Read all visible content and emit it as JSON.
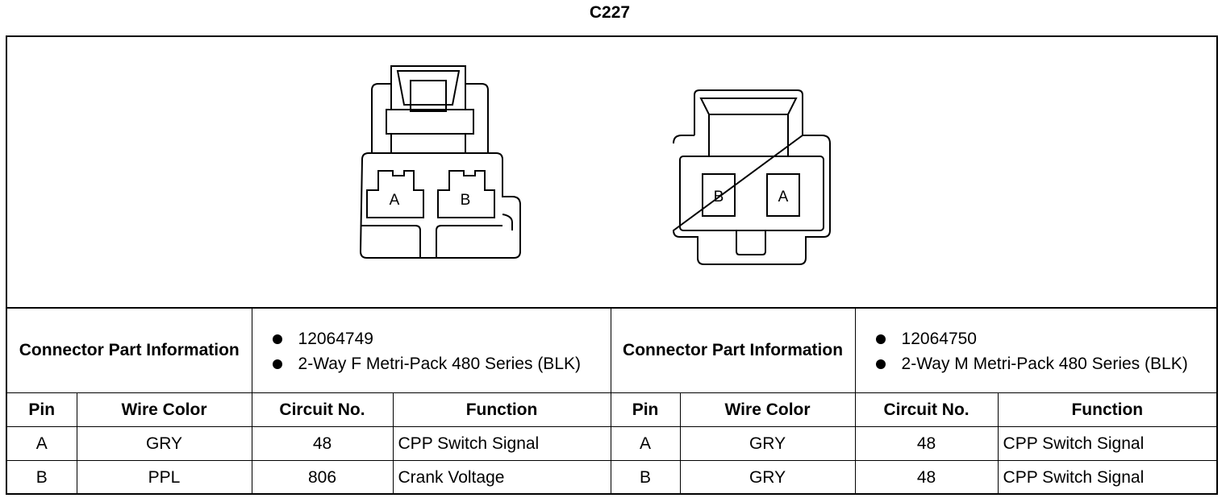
{
  "title": "C227",
  "connectors": [
    {
      "info_label": "Connector Part Information",
      "bullets": [
        "12064749",
        "2-Way F Metri-Pack 480 Series (BLK)"
      ],
      "pins_shown": [
        "A",
        "B"
      ]
    },
    {
      "info_label": "Connector Part Information",
      "bullets": [
        "12064750",
        "2-Way M Metri-Pack 480 Series (BLK)"
      ],
      "pins_shown": [
        "B",
        "A"
      ]
    }
  ],
  "columns": [
    "Pin",
    "Wire Color",
    "Circuit No.",
    "Function"
  ],
  "left_rows": [
    {
      "pin": "A",
      "wire_color": "GRY",
      "circuit": "48",
      "function": "CPP Switch Signal"
    },
    {
      "pin": "B",
      "wire_color": "PPL",
      "circuit": "806",
      "function": "Crank Voltage"
    }
  ],
  "right_rows": [
    {
      "pin": "A",
      "wire_color": "GRY",
      "circuit": "48",
      "function": "CPP Switch Signal"
    },
    {
      "pin": "B",
      "wire_color": "GRY",
      "circuit": "48",
      "function": "CPP Switch Signal"
    }
  ]
}
